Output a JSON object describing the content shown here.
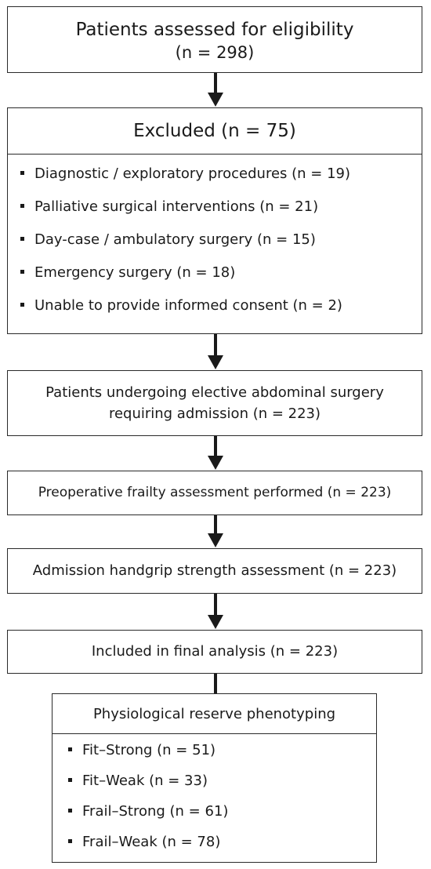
{
  "flow": {
    "assessed": {
      "title": "Patients assessed for eligibility",
      "count": "(n = 298)"
    },
    "excluded": {
      "header": "Excluded (n = 75)",
      "items": [
        "Diagnostic / exploratory procedures (n = 19)",
        "Palliative surgical interventions (n = 21)",
        "Day-case / ambulatory surgery (n = 15)",
        "Emergency surgery (n = 18)",
        "Unable to provide informed consent (n = 2)"
      ]
    },
    "elective": {
      "line1": "Patients undergoing elective abdominal surgery",
      "line2": "requiring admission (n = 223)"
    },
    "frailty": {
      "text": "Preoperative frailty assessment performed (n = 223)"
    },
    "handgrip": {
      "text": "Admission handgrip strength assessment (n = 223)"
    },
    "included": {
      "text": "Included in final analysis (n = 223)"
    },
    "phenotyping": {
      "header": "Physiological reserve phenotyping",
      "items": [
        "Fit–Strong (n = 51)",
        "Fit–Weak (n = 33)",
        "Frail–Strong (n = 61)",
        "Frail–Weak (n = 78)"
      ]
    }
  }
}
